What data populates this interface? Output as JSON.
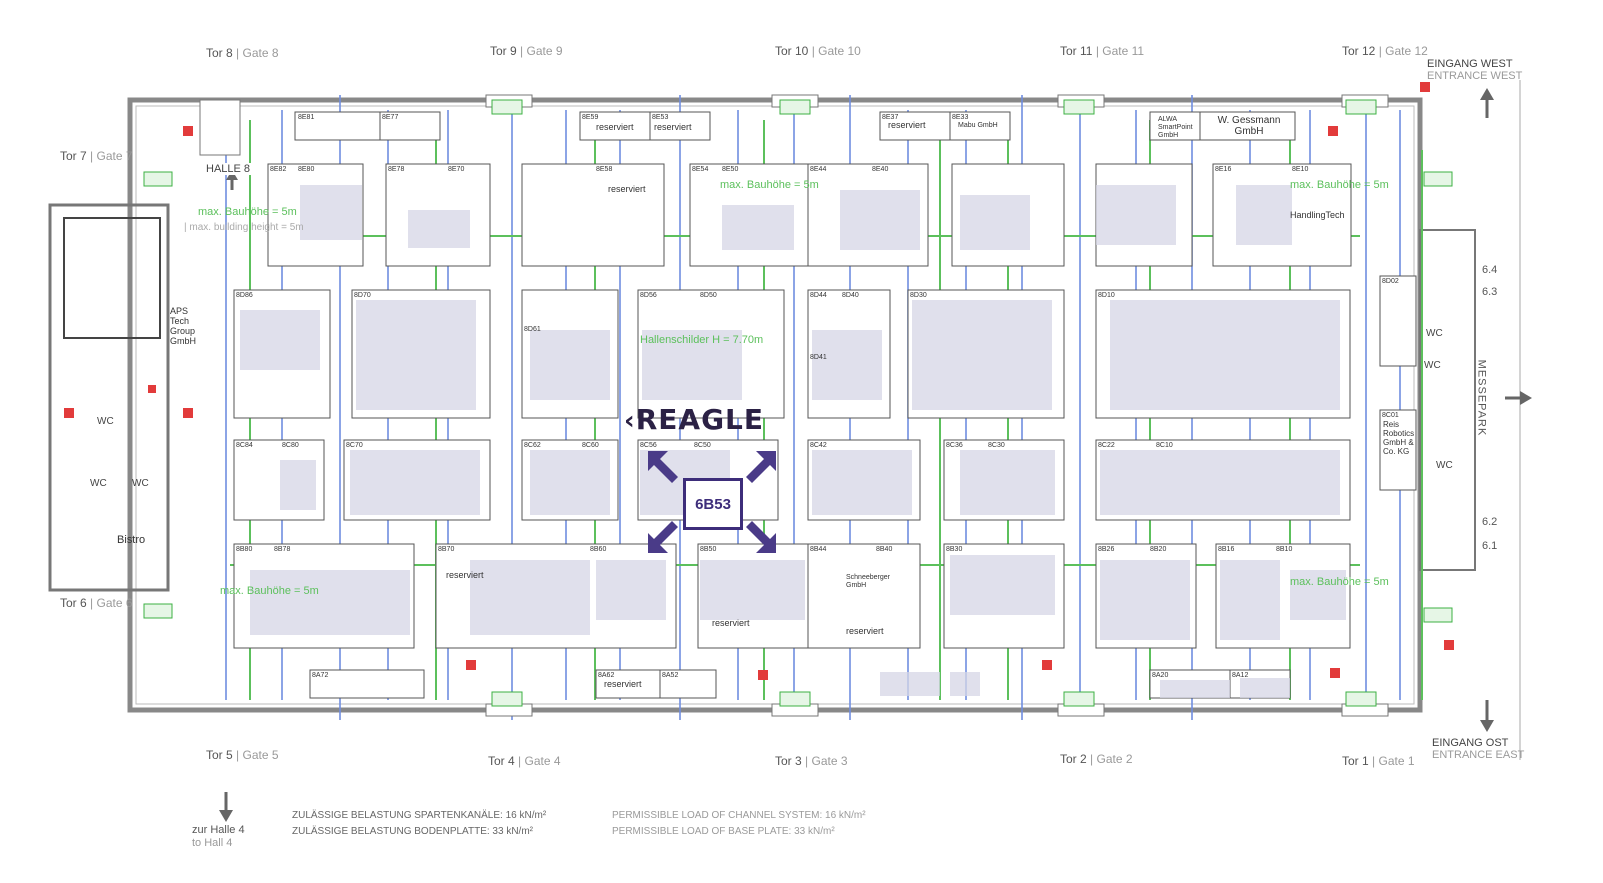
{
  "exhibitor": {
    "logo_text": "REAGLE",
    "highlight_stand": "6B53",
    "brand_color": "#3d2d7a"
  },
  "gates": {
    "tor8": {
      "de": "Tor 8",
      "en": "| Gate 8"
    },
    "tor9": {
      "de": "Tor 9",
      "en": "| Gate 9"
    },
    "tor10": {
      "de": "Tor 10",
      "en": "| Gate 10"
    },
    "tor11": {
      "de": "Tor 11",
      "en": "| Gate 11"
    },
    "tor12": {
      "de": "Tor 12",
      "en": "| Gate 12"
    },
    "tor7": {
      "de": "Tor 7",
      "en": "| Gate 7"
    },
    "tor6": {
      "de": "Tor 6",
      "en": "| Gate 6"
    },
    "tor5": {
      "de": "Tor 5",
      "en": "| Gate 5"
    },
    "tor4": {
      "de": "Tor 4",
      "en": "| Gate 4"
    },
    "tor3": {
      "de": "Tor 3",
      "en": "| Gate 3"
    },
    "tor2": {
      "de": "Tor 2",
      "en": "| Gate 2"
    },
    "tor1": {
      "de": "Tor 1",
      "en": "| Gate 1"
    }
  },
  "entrances": {
    "west_de": "EINGANG WEST",
    "west_en": "ENTRANCE WEST",
    "east_de": "EINGANG OST",
    "east_en": "ENTRANCE EAST",
    "messepark": "MESSEPARK"
  },
  "hall": {
    "label": "HALLE 8",
    "to_hall_de": "zur Halle 4",
    "to_hall_en": "to Hall 4",
    "bistro": "Bistro",
    "wc": "WC"
  },
  "footer": {
    "channel_de": "ZULÄSSIGE BELASTUNG SPARTENKANÄLE: 16 kN/m²",
    "base_de": "ZULÄSSIGE BELASTUNG BODENPLATTE: 33 kN/m²",
    "channel_en": "PERMISSIBLE LOAD OF CHANNEL SYSTEM: 16 kN/m²",
    "base_en": "PERMISSIBLE LOAD OF BASE PLATE: 33 kN/m²"
  },
  "notes": {
    "max_height_de": "max. Bauhöhe = 5m",
    "max_height_en": "| max. building height = 5m",
    "hall_sign": "Hallenschilder H = 7.70m"
  },
  "side_numbers": [
    "6.4",
    "6.3",
    "6.2",
    "6.1"
  ],
  "stand_labels": [
    {
      "id": "8E81"
    },
    {
      "id": "8E77"
    },
    {
      "id": "8E59"
    },
    {
      "id": "8E53"
    },
    {
      "id": "8E37"
    },
    {
      "id": "8E33"
    },
    {
      "id": "8E82"
    },
    {
      "id": "8E80"
    },
    {
      "id": "8E78"
    },
    {
      "id": "8E70"
    },
    {
      "id": "8E58"
    },
    {
      "id": "8E54"
    },
    {
      "id": "8E50"
    },
    {
      "id": "8E44"
    },
    {
      "id": "8E40"
    },
    {
      "id": "8E16"
    },
    {
      "id": "8E10"
    },
    {
      "id": "8D86"
    },
    {
      "id": "8D70"
    },
    {
      "id": "8D56"
    },
    {
      "id": "8D50"
    },
    {
      "id": "8D44"
    },
    {
      "id": "8D40"
    },
    {
      "id": "8D30"
    },
    {
      "id": "8D10"
    },
    {
      "id": "8D02"
    },
    {
      "id": "8D61"
    },
    {
      "id": "8D41"
    },
    {
      "id": "8C84"
    },
    {
      "id": "8C80"
    },
    {
      "id": "8C70"
    },
    {
      "id": "8C62"
    },
    {
      "id": "8C60"
    },
    {
      "id": "8C56"
    },
    {
      "id": "8C50"
    },
    {
      "id": "8C42"
    },
    {
      "id": "8C36"
    },
    {
      "id": "8C30"
    },
    {
      "id": "8C22"
    },
    {
      "id": "8C10"
    },
    {
      "id": "8C01"
    },
    {
      "id": "8B80"
    },
    {
      "id": "8B78"
    },
    {
      "id": "8B70"
    },
    {
      "id": "8B60"
    },
    {
      "id": "8B50"
    },
    {
      "id": "8B44"
    },
    {
      "id": "8B40"
    },
    {
      "id": "8B30"
    },
    {
      "id": "8B26"
    },
    {
      "id": "8B20"
    },
    {
      "id": "8B16"
    },
    {
      "id": "8B10"
    },
    {
      "id": "8A72"
    },
    {
      "id": "8A62"
    },
    {
      "id": "8A52"
    },
    {
      "id": "8A20"
    },
    {
      "id": "8A12"
    }
  ],
  "named_stands": {
    "gessmann": "W. Gessmann GmbH",
    "schneeberger": "Schneeberger GmbH",
    "handling": "HandlingTech",
    "reserviert": "reserviert",
    "aps": "APS Tech Group GmbH",
    "reis": "Reis Robotics GmbH & Co. KG",
    "alwa": "ALWA SmartPoint GmbH",
    "mabu": "Mabu GmbH"
  }
}
